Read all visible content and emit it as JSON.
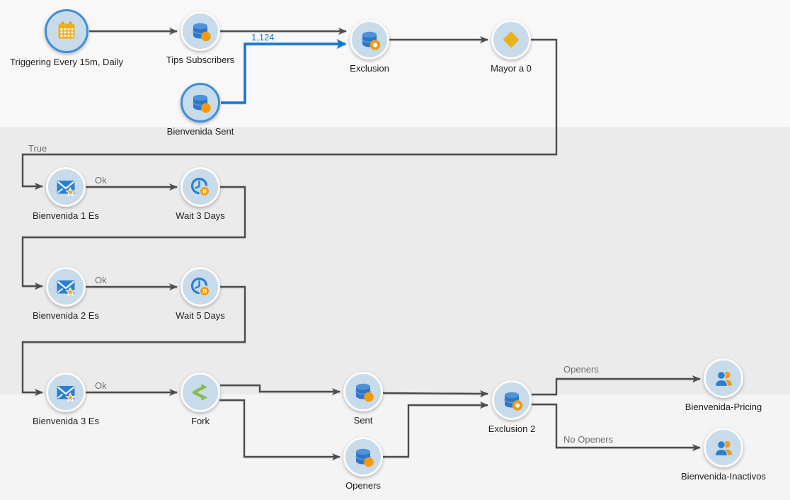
{
  "colors": {
    "accent_blue": "#1476d0",
    "node_fill": "#c8dbea",
    "selected_ring": "#3e8edb",
    "badge_orange": "#f49b0c",
    "trigger_yellow": "#ecb01f",
    "fork_green": "#87b94c",
    "connector_gray": "#4d4d4d",
    "band_top": "#f8f8f9",
    "band_middle": "#ebebec",
    "band_bottom": "#f4f4f5"
  },
  "workflow": {
    "nodes": [
      {
        "id": "triggering",
        "label": "Triggering Every 15m, Daily",
        "icon": "calendar-icon",
        "selected": true
      },
      {
        "id": "tips-subscribers",
        "label": "Tips Subscribers",
        "icon": "database-add-icon",
        "selected": false
      },
      {
        "id": "bienvenida-sent",
        "label": "Bienvenida Sent",
        "icon": "database-add-icon",
        "selected": true
      },
      {
        "id": "exclusion",
        "label": "Exclusion",
        "icon": "database-exclude-icon",
        "selected": false
      },
      {
        "id": "mayor-a-0",
        "label": "Mayor a 0",
        "icon": "condition-diamond-icon",
        "selected": false
      },
      {
        "id": "bienvenida-1-es",
        "label": "Bienvenida 1 Es",
        "icon": "email-star-icon",
        "selected": false
      },
      {
        "id": "wait-3-days",
        "label": "Wait 3 Days",
        "icon": "wait-clock-icon",
        "selected": false
      },
      {
        "id": "bienvenida-2-es",
        "label": "Bienvenida 2 Es",
        "icon": "email-star-icon",
        "selected": false
      },
      {
        "id": "wait-5-days",
        "label": "Wait 5 Days",
        "icon": "wait-clock-icon",
        "selected": false
      },
      {
        "id": "bienvenida-3-es",
        "label": "Bienvenida 3 Es",
        "icon": "email-star-icon",
        "selected": false
      },
      {
        "id": "fork",
        "label": "Fork",
        "icon": "fork-icon",
        "selected": false
      },
      {
        "id": "sent",
        "label": "Sent",
        "icon": "database-add-icon",
        "selected": false
      },
      {
        "id": "openers",
        "label": "Openers",
        "icon": "database-add-icon",
        "selected": false
      },
      {
        "id": "exclusion-2",
        "label": "Exclusion 2",
        "icon": "database-exclude-icon",
        "selected": false
      },
      {
        "id": "bienvenida-pricing",
        "label": "Bienvenida-Pricing",
        "icon": "contacts-icon",
        "selected": false
      },
      {
        "id": "bienvenida-inactivos",
        "label": "Bienvenida-Inactivos",
        "icon": "contacts-icon",
        "selected": false
      }
    ],
    "edges": [
      {
        "from": "triggering",
        "to": "tips-subscribers",
        "label": ""
      },
      {
        "from": "tips-subscribers",
        "to": "exclusion",
        "label": ""
      },
      {
        "from": "bienvenida-sent",
        "to": "exclusion",
        "label": "1,124",
        "highlighted": true
      },
      {
        "from": "exclusion",
        "to": "mayor-a-0",
        "label": ""
      },
      {
        "from": "mayor-a-0",
        "to": "bienvenida-1-es",
        "label": "True"
      },
      {
        "from": "bienvenida-1-es",
        "to": "wait-3-days",
        "label": "Ok"
      },
      {
        "from": "wait-3-days",
        "to": "bienvenida-2-es",
        "label": ""
      },
      {
        "from": "bienvenida-2-es",
        "to": "wait-5-days",
        "label": "Ok"
      },
      {
        "from": "wait-5-days",
        "to": "bienvenida-3-es",
        "label": ""
      },
      {
        "from": "bienvenida-3-es",
        "to": "fork",
        "label": "Ok"
      },
      {
        "from": "fork",
        "to": "sent",
        "label": ""
      },
      {
        "from": "fork",
        "to": "openers",
        "label": ""
      },
      {
        "from": "sent",
        "to": "exclusion-2",
        "label": ""
      },
      {
        "from": "openers",
        "to": "exclusion-2",
        "label": ""
      },
      {
        "from": "exclusion-2",
        "to": "bienvenida-pricing",
        "label": "Openers"
      },
      {
        "from": "exclusion-2",
        "to": "bienvenida-inactivos",
        "label": "No Openers"
      }
    ]
  }
}
